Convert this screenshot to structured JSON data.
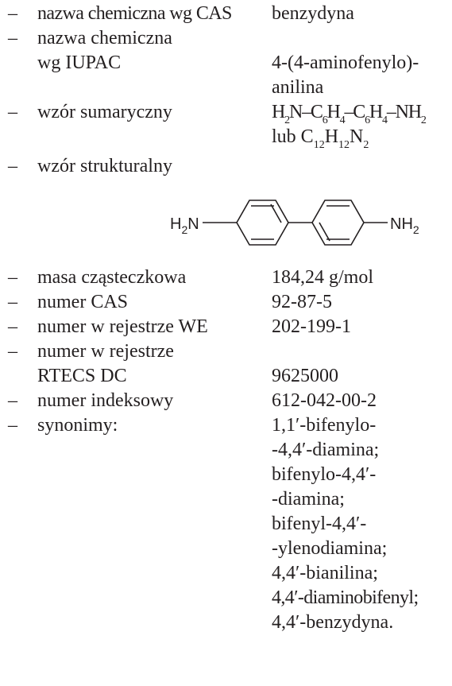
{
  "dash": "–",
  "items": {
    "cas_name": {
      "label": "nazwa chemiczna wg CAS",
      "value": "benzydyna"
    },
    "iupac_name": {
      "label_1": "nazwa chemiczna",
      "label_2": "wg IUPAC",
      "value_1": "4-(4-aminofenylo)-",
      "value_2": "anilina"
    },
    "formula": {
      "label": "wzór sumaryczny",
      "value_1_parts": [
        "H",
        "2",
        "N–C",
        "6",
        "H",
        "4",
        "–C",
        "6",
        "H",
        "4",
        "–NH",
        "2"
      ],
      "value_2_prefix": "lub C",
      "value_2_parts": [
        "12",
        "H",
        "12",
        "N",
        "2"
      ]
    },
    "structural": {
      "label": "wzór strukturalny",
      "left_group": "H",
      "left_sub": "2",
      "left_n": "N",
      "right_group": "NH",
      "right_sub": "2"
    },
    "mass": {
      "label": "masa cząsteczkowa",
      "value": "184,24 g/mol"
    },
    "cas_number": {
      "label": "numer CAS",
      "value": "92-87-5"
    },
    "ec_number": {
      "label": "numer w rejestrze WE",
      "value": "202-199-1"
    },
    "rtecs": {
      "label_1": "numer w rejestrze",
      "label_2": "RTECS DC",
      "value": "9625000"
    },
    "index": {
      "label": "numer indeksowy",
      "value": "612-042-00-2"
    },
    "synonyms": {
      "label": "synonimy:",
      "lines": [
        "1,1′-bifenylo-",
        "-4,4′-diamina;",
        "bifenylo-4,4′-",
        "-diamina;",
        "bifenyl-4,4′-",
        "-ylenodiamina;",
        "4,4′-bianilina;",
        "4,4′-diaminobifenyl;",
        "4,4′-benzydyna."
      ]
    }
  }
}
